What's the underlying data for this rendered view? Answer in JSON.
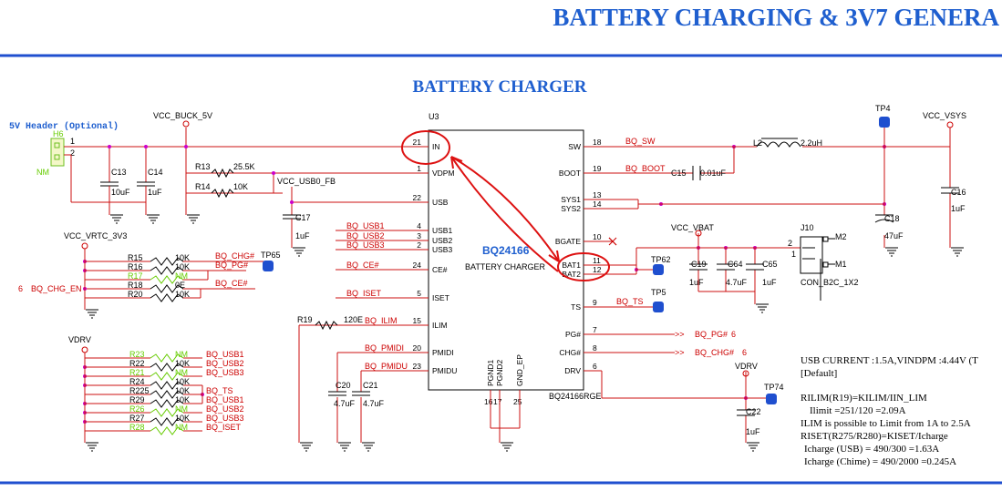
{
  "page": {
    "title": "BATTERY CHARGING & 3V7 GENERA",
    "section_title": "BATTERY CHARGER",
    "header_note": "5V Header (Optional)"
  },
  "ic": {
    "ref": "U3",
    "name": "BQ24166",
    "subtitle": "BATTERY CHARGER",
    "part": "BQ24166RGE",
    "left_pins": [
      {
        "num": "21",
        "name": "IN"
      },
      {
        "num": "1",
        "name": "VDPM"
      },
      {
        "num": "22",
        "name": "USB"
      },
      {
        "num": "4",
        "name": "USB1"
      },
      {
        "num": "3",
        "name": "USB2"
      },
      {
        "num": "2",
        "name": "USB3"
      },
      {
        "num": "24",
        "name": "CE#"
      },
      {
        "num": "5",
        "name": "ISET"
      },
      {
        "num": "15",
        "name": "ILIM"
      },
      {
        "num": "20",
        "name": "PMIDI"
      },
      {
        "num": "23",
        "name": "PMIDU"
      }
    ],
    "right_pins": [
      {
        "num": "18",
        "name": "SW"
      },
      {
        "num": "19",
        "name": "BOOT"
      },
      {
        "num": "13",
        "name": "SYS1"
      },
      {
        "num": "14",
        "name": "SYS2"
      },
      {
        "num": "10",
        "name": "BGATE"
      },
      {
        "num": "11",
        "name": "BAT1"
      },
      {
        "num": "12",
        "name": "BAT2"
      },
      {
        "num": "9",
        "name": "TS"
      },
      {
        "num": "7",
        "name": "PG#"
      },
      {
        "num": "8",
        "name": "CHG#"
      },
      {
        "num": "6",
        "name": "DRV"
      }
    ],
    "bottom_pins": [
      {
        "num": "16",
        "name": "PGND1"
      },
      {
        "num": "17",
        "name": "PGND2"
      },
      {
        "num": "25",
        "name": "GND_EP"
      }
    ]
  },
  "nets": {
    "vcc_buck": "VCC_BUCK_5V",
    "vcc_usb0_fb": "VCC_USB0_FB",
    "vcc_vrtc": "VCC_VRTC_3V3",
    "vdrv": "VDRV",
    "vcc_vbat": "VCC_VBAT",
    "vcc_vsys": "VCC_VSYS",
    "bq_sw": "BQ_SW",
    "bq_boot": "BQ_BOOT",
    "bq_usb1": "BQ_USB1",
    "bq_usb2": "BQ_USB2",
    "bq_usb3": "BQ_USB3",
    "bq_ce": "BQ_CE#",
    "bq_iset": "BQ_ISET",
    "bq_ilim": "BQ_ILIM",
    "bq_pmidi": "BQ_PMIDI",
    "bq_pmidu": "BQ_PMIDU",
    "bq_ts": "BQ_TS",
    "bq_pg": "BQ_PG#",
    "bq_chg": "BQ_CHG#",
    "bq_chg_en": "BQ_CHG_EN",
    "pg_ref": "6",
    "chg_ref": "6",
    "chg_en_ref": "6"
  },
  "components": {
    "h6": "H6",
    "h6_nm": "NM",
    "h6_p1": "1",
    "h6_p2": "2",
    "c13": "C13",
    "c13_v": "10uF",
    "c14": "C14",
    "c14_v": "1uF",
    "r13": "R13",
    "r13_v": "25.5K",
    "r14": "R14",
    "r14_v": "10K",
    "c17": "C17",
    "c17_v": "1uF",
    "r15": "R15",
    "r15_v": "10K",
    "r16": "R16",
    "r16_v": "10K",
    "r17": "R17",
    "r17_v": "NM",
    "r18": "R18",
    "r18_v": "0E",
    "r20": "R20",
    "r20_v": "10K",
    "tp65": "TP65",
    "r19": "R19",
    "r19_v": "120E",
    "r23": "R23",
    "r23_v": "NM",
    "r22": "R22",
    "r22_v": "10K",
    "r21": "R21",
    "r21_v": "NM",
    "r24": "R24",
    "r24_v": "10K",
    "r225": "R225",
    "r225_v": "10K",
    "r29": "R29",
    "r29_v": "10K",
    "r26": "R26",
    "r26_v": "NM",
    "r27": "R27",
    "r27_v": "10K",
    "r28": "R28",
    "r28_v": "NM",
    "c20": "C20",
    "c20_v": "4.7uF",
    "c21": "C21",
    "c21_v": "4.7uF",
    "c15": "C15",
    "c15_v": "0.01uF",
    "l2": "L2",
    "l2_v": "2.2uH",
    "tp4": "TP4",
    "c16": "C16",
    "c16_v": "1uF",
    "c18": "C18",
    "c18_v": "47uF",
    "j10": "J10",
    "j10_part": "CON_B2C_1X2",
    "j10_p2": "2",
    "j10_p1": "1",
    "m2": "M2",
    "m1": "M1",
    "tp62": "TP62",
    "tp5": "TP5",
    "c19": "C19",
    "c19_v": "1uF",
    "c64": "C64",
    "c64_v": "4.7uF",
    "c65": "C65",
    "c65_v": "1uF",
    "tp74": "TP74",
    "c22": "C22",
    "c22_v": "1uF"
  },
  "notes": {
    "usb_current": "USB CURRENT :1.5A,VINDPM :4.44V (T",
    "default": "[Default]",
    "rilim": "RILIM(R19)=KILIM/IIN_LIM",
    "ilimit": "Ilimit  =251/120 =2.09A",
    "ilim_range": "ILIM is possible to Limit from 1A to 2.5A",
    "riset": "RISET(R275/R280)=KISET/Icharge",
    "icharge_usb": "Icharge (USB)  = 490/300 =1.63A",
    "icharge_chime": "Icharge (Chime) = 490/2000 =0.245A"
  }
}
